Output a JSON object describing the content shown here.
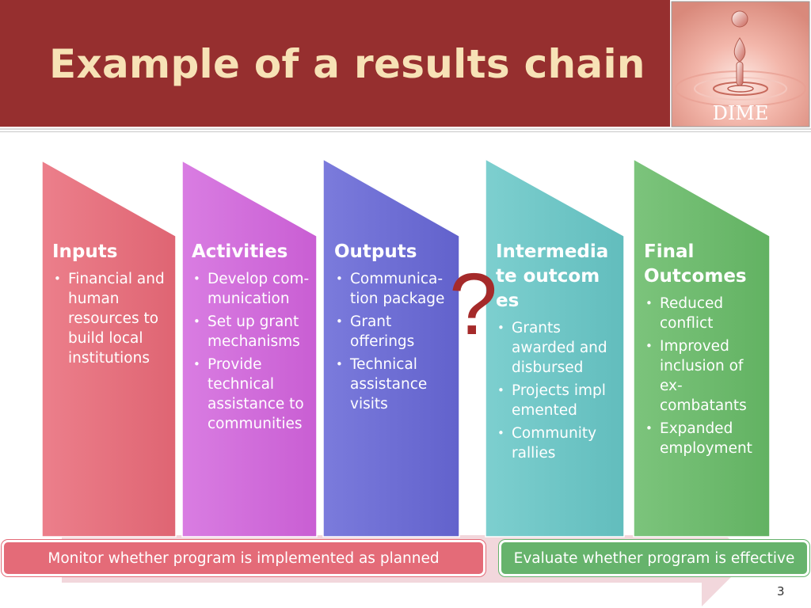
{
  "slide": {
    "title": "Example of a results chain",
    "page_number": "3"
  },
  "logo": {
    "text": "DIME",
    "icon": "water-drop-icon"
  },
  "chain": [
    {
      "title": "Inputs",
      "color": "#e46b78",
      "items": [
        "Financial and human resources to build local institutions"
      ]
    },
    {
      "title": "Activities",
      "color": "#d06ad9",
      "items": [
        "Develop com-munication",
        "Set up grant mechanisms",
        "Provide technical assistance to communities"
      ]
    },
    {
      "title": "Outputs",
      "color": "#6b6bd3",
      "items": [
        "Communica-tion package",
        "Grant offerings",
        "Technical assistance visits"
      ]
    },
    {
      "title": "Intermediate outcomes",
      "color": "#6ac4c4",
      "items": [
        "Grants awarded and disbursed",
        "Projects implemented",
        "Community rallies"
      ]
    },
    {
      "title": "Final Outcomes",
      "color": "#6bb86b",
      "items": [
        "Reduced conflict",
        "Improved inclusion of ex-combatants",
        "Expanded employment"
      ]
    }
  ],
  "question_mark": "?",
  "monitor_text": "Monitor whether program is implemented as planned",
  "evaluate_text": "Evaluate whether program is effective",
  "colors": {
    "header": "#962f2f",
    "title": "#f7e2b6",
    "arrow": "#f2d7dc"
  }
}
